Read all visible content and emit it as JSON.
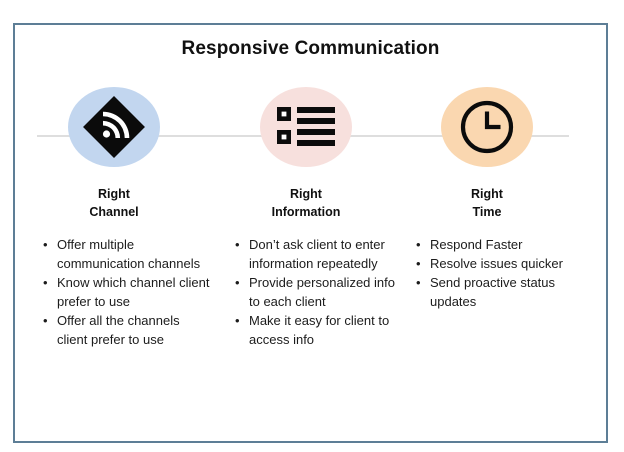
{
  "slide": {
    "title": "Responsive Communication",
    "border_color": "#5d7e96",
    "background": "#ffffff",
    "connector_color": "#dedede"
  },
  "columns": [
    {
      "icon": "rss-signal-diamond-icon",
      "icon_bg": "#c2d6ef",
      "heading_line1": "Right",
      "heading_line2": "Channel",
      "bullets": [
        "Offer multiple communication channels",
        "Know which channel client prefer to use",
        "Offer all the channels client prefer to use"
      ]
    },
    {
      "icon": "bulleted-list-icon",
      "icon_bg": "#f7e0dd",
      "heading_line1": "Right",
      "heading_line2": "Information",
      "bullets": [
        "Don’t ask client to enter information repeatedly",
        "Provide personalized info to each client",
        "Make it easy for client to access info"
      ]
    },
    {
      "icon": "clock-icon",
      "icon_bg": "#fad7b0",
      "heading_line1": "Right",
      "heading_line2": "Time",
      "bullets": [
        "Respond Faster",
        "Resolve issues quicker",
        "Send proactive status updates"
      ]
    }
  ],
  "bullet_marker": "•"
}
